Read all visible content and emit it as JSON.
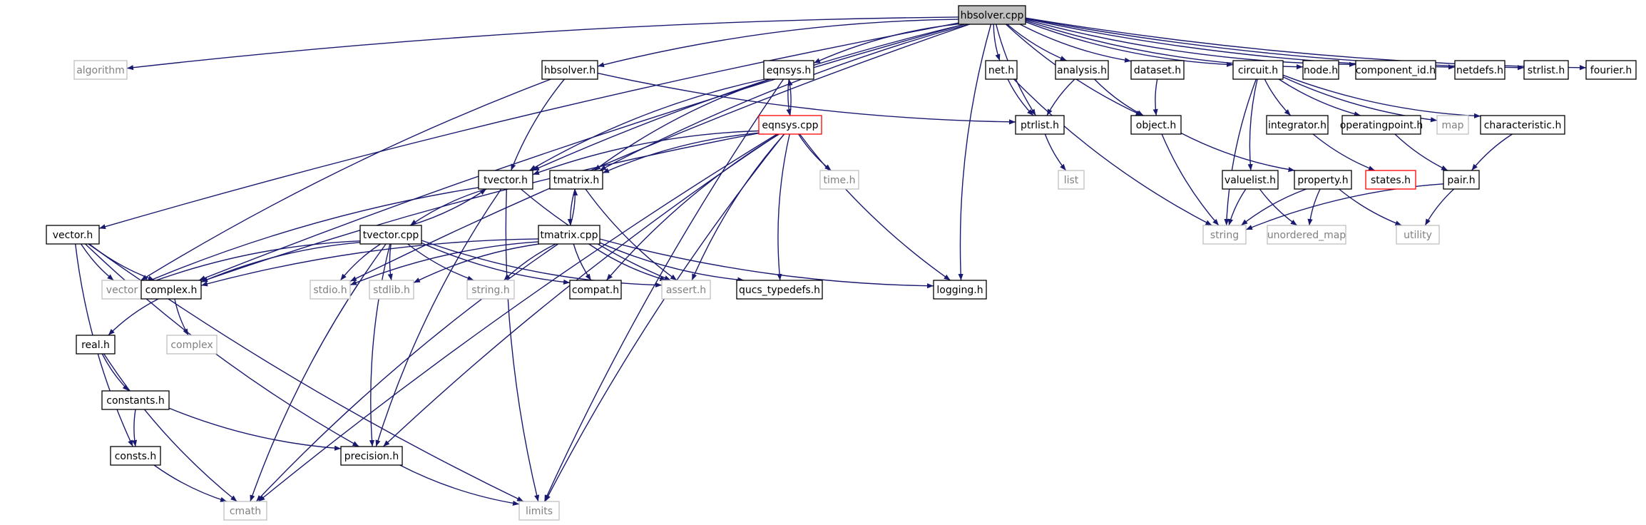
{
  "colors": {
    "edge": "#191970",
    "box_normal": "#000000",
    "box_external": "#bfbfbf",
    "box_highlight": "#ff0000",
    "root_fill": "#bfbfbf",
    "text_normal": "#000000",
    "text_external": "#808080"
  },
  "nodes": [
    {
      "id": "hbsolver_cpp",
      "label": "hbsolver.cpp",
      "kind": "root"
    },
    {
      "id": "algorithm",
      "label": "algorithm",
      "kind": "external"
    },
    {
      "id": "hbsolver_h",
      "label": "hbsolver.h",
      "kind": "normal"
    },
    {
      "id": "eqnsys_h",
      "label": "eqnsys.h",
      "kind": "normal"
    },
    {
      "id": "net_h",
      "label": "net.h",
      "kind": "normal"
    },
    {
      "id": "analysis_h",
      "label": "analysis.h",
      "kind": "normal"
    },
    {
      "id": "dataset_h",
      "label": "dataset.h",
      "kind": "normal"
    },
    {
      "id": "circuit_h",
      "label": "circuit.h",
      "kind": "normal"
    },
    {
      "id": "node_h",
      "label": "node.h",
      "kind": "normal"
    },
    {
      "id": "component_id_h",
      "label": "component_id.h",
      "kind": "normal"
    },
    {
      "id": "netdefs_h",
      "label": "netdefs.h",
      "kind": "normal"
    },
    {
      "id": "strlist_h",
      "label": "strlist.h",
      "kind": "normal"
    },
    {
      "id": "fourier_h",
      "label": "fourier.h",
      "kind": "normal"
    },
    {
      "id": "eqnsys_cpp",
      "label": "eqnsys.cpp",
      "kind": "highlight"
    },
    {
      "id": "ptrlist_h",
      "label": "ptrlist.h",
      "kind": "normal"
    },
    {
      "id": "object_h",
      "label": "object.h",
      "kind": "normal"
    },
    {
      "id": "integrator_h",
      "label": "integrator.h",
      "kind": "normal"
    },
    {
      "id": "operatingpoint_h",
      "label": "operatingpoint.h",
      "kind": "normal"
    },
    {
      "id": "map",
      "label": "map",
      "kind": "external"
    },
    {
      "id": "characteristic_h",
      "label": "characteristic.h",
      "kind": "normal"
    },
    {
      "id": "tvector_h",
      "label": "tvector.h",
      "kind": "normal"
    },
    {
      "id": "tmatrix_h",
      "label": "tmatrix.h",
      "kind": "normal"
    },
    {
      "id": "time_h",
      "label": "time.h",
      "kind": "external"
    },
    {
      "id": "list",
      "label": "list",
      "kind": "external"
    },
    {
      "id": "valuelist_h",
      "label": "valuelist.h",
      "kind": "normal"
    },
    {
      "id": "property_h",
      "label": "property.h",
      "kind": "normal"
    },
    {
      "id": "states_h",
      "label": "states.h",
      "kind": "highlight"
    },
    {
      "id": "pair_h",
      "label": "pair.h",
      "kind": "normal"
    },
    {
      "id": "vector_h",
      "label": "vector.h",
      "kind": "normal"
    },
    {
      "id": "tvector_cpp",
      "label": "tvector.cpp",
      "kind": "normal"
    },
    {
      "id": "tmatrix_cpp",
      "label": "tmatrix.cpp",
      "kind": "normal"
    },
    {
      "id": "string",
      "label": "string",
      "kind": "external"
    },
    {
      "id": "unordered_map",
      "label": "unordered_map",
      "kind": "external"
    },
    {
      "id": "utility",
      "label": "utility",
      "kind": "external"
    },
    {
      "id": "vector",
      "label": "vector",
      "kind": "external"
    },
    {
      "id": "complex_h",
      "label": "complex.h",
      "kind": "normal"
    },
    {
      "id": "stdio_h",
      "label": "stdio.h",
      "kind": "external"
    },
    {
      "id": "stdlib_h",
      "label": "stdlib.h",
      "kind": "external"
    },
    {
      "id": "string_h",
      "label": "string.h",
      "kind": "external"
    },
    {
      "id": "compat_h",
      "label": "compat.h",
      "kind": "normal"
    },
    {
      "id": "assert_h",
      "label": "assert.h",
      "kind": "external"
    },
    {
      "id": "qucs_typedefs_h",
      "label": "qucs_typedefs.h",
      "kind": "normal"
    },
    {
      "id": "logging_h",
      "label": "logging.h",
      "kind": "normal"
    },
    {
      "id": "complex",
      "label": "complex",
      "kind": "external"
    },
    {
      "id": "real_h",
      "label": "real.h",
      "kind": "normal"
    },
    {
      "id": "constants_h",
      "label": "constants.h",
      "kind": "normal"
    },
    {
      "id": "consts_h",
      "label": "consts.h",
      "kind": "normal"
    },
    {
      "id": "precision_h",
      "label": "precision.h",
      "kind": "normal"
    },
    {
      "id": "cmath",
      "label": "cmath",
      "kind": "external"
    },
    {
      "id": "limits",
      "label": "limits",
      "kind": "external"
    }
  ],
  "edges": [
    [
      "hbsolver_cpp",
      "algorithm"
    ],
    [
      "hbsolver_cpp",
      "hbsolver_h"
    ],
    [
      "hbsolver_cpp",
      "eqnsys_h"
    ],
    [
      "hbsolver_cpp",
      "net_h"
    ],
    [
      "hbsolver_cpp",
      "analysis_h"
    ],
    [
      "hbsolver_cpp",
      "dataset_h"
    ],
    [
      "hbsolver_cpp",
      "circuit_h"
    ],
    [
      "hbsolver_cpp",
      "node_h"
    ],
    [
      "hbsolver_cpp",
      "component_id_h"
    ],
    [
      "hbsolver_cpp",
      "netdefs_h"
    ],
    [
      "hbsolver_cpp",
      "strlist_h"
    ],
    [
      "hbsolver_cpp",
      "fourier_h"
    ],
    [
      "hbsolver_cpp",
      "vector_h"
    ],
    [
      "hbsolver_cpp",
      "complex_h"
    ],
    [
      "hbsolver_cpp",
      "tvector_h"
    ],
    [
      "hbsolver_cpp",
      "tmatrix_h"
    ],
    [
      "hbsolver_cpp",
      "stdio_h"
    ],
    [
      "hbsolver_cpp",
      "logging_h"
    ],
    [
      "hbsolver_cpp",
      "ptrlist_h"
    ],
    [
      "hbsolver_cpp",
      "object_h"
    ],
    [
      "hbsolver_h",
      "ptrlist_h"
    ],
    [
      "hbsolver_h",
      "tvector_h"
    ],
    [
      "hbsolver_h",
      "vector"
    ],
    [
      "eqnsys_h",
      "eqnsys_cpp"
    ],
    [
      "eqnsys_cpp",
      "eqnsys_h"
    ],
    [
      "eqnsys_h",
      "tvector_h"
    ],
    [
      "eqnsys_h",
      "tmatrix_h"
    ],
    [
      "eqnsys_h",
      "limits"
    ],
    [
      "eqnsys_cpp",
      "tvector_h"
    ],
    [
      "eqnsys_cpp",
      "tmatrix_h"
    ],
    [
      "eqnsys_cpp",
      "time_h"
    ],
    [
      "eqnsys_cpp",
      "complex_h"
    ],
    [
      "eqnsys_cpp",
      "compat_h"
    ],
    [
      "eqnsys_cpp",
      "assert_h"
    ],
    [
      "eqnsys_cpp",
      "qucs_typedefs_h"
    ],
    [
      "eqnsys_cpp",
      "logging_h"
    ],
    [
      "eqnsys_cpp",
      "precision_h"
    ],
    [
      "eqnsys_cpp",
      "cmath"
    ],
    [
      "eqnsys_cpp",
      "limits"
    ],
    [
      "net_h",
      "ptrlist_h"
    ],
    [
      "net_h",
      "string"
    ],
    [
      "analysis_h",
      "ptrlist_h"
    ],
    [
      "analysis_h",
      "object_h"
    ],
    [
      "dataset_h",
      "object_h"
    ],
    [
      "circuit_h",
      "integrator_h"
    ],
    [
      "circuit_h",
      "operatingpoint_h"
    ],
    [
      "circuit_h",
      "map"
    ],
    [
      "circuit_h",
      "characteristic_h"
    ],
    [
      "circuit_h",
      "valuelist_h"
    ],
    [
      "circuit_h",
      "string"
    ],
    [
      "ptrlist_h",
      "list"
    ],
    [
      "object_h",
      "property_h"
    ],
    [
      "object_h",
      "string"
    ],
    [
      "integrator_h",
      "states_h"
    ],
    [
      "operatingpoint_h",
      "pair_h"
    ],
    [
      "characteristic_h",
      "pair_h"
    ],
    [
      "valuelist_h",
      "string"
    ],
    [
      "valuelist_h",
      "unordered_map"
    ],
    [
      "property_h",
      "string"
    ],
    [
      "property_h",
      "unordered_map"
    ],
    [
      "property_h",
      "utility"
    ],
    [
      "pair_h",
      "string"
    ],
    [
      "pair_h",
      "utility"
    ],
    [
      "tvector_h",
      "tvector_cpp"
    ],
    [
      "tvector_cpp",
      "tvector_h"
    ],
    [
      "tvector_h",
      "vector"
    ],
    [
      "tvector_h",
      "assert_h"
    ],
    [
      "tvector_h",
      "precision_h"
    ],
    [
      "tvector_h",
      "limits"
    ],
    [
      "tmatrix_h",
      "tmatrix_cpp"
    ],
    [
      "tmatrix_cpp",
      "tmatrix_h"
    ],
    [
      "tmatrix_h",
      "assert_h"
    ],
    [
      "tvector_cpp",
      "vector"
    ],
    [
      "tvector_cpp",
      "complex_h"
    ],
    [
      "tvector_cpp",
      "stdio_h"
    ],
    [
      "tvector_cpp",
      "stdlib_h"
    ],
    [
      "tvector_cpp",
      "string_h"
    ],
    [
      "tvector_cpp",
      "compat_h"
    ],
    [
      "tvector_cpp",
      "assert_h"
    ],
    [
      "tvector_cpp",
      "cmath"
    ],
    [
      "tvector_cpp",
      "precision_h"
    ],
    [
      "tmatrix_cpp",
      "complex_h"
    ],
    [
      "tmatrix_cpp",
      "stdio_h"
    ],
    [
      "tmatrix_cpp",
      "stdlib_h"
    ],
    [
      "tmatrix_cpp",
      "string_h"
    ],
    [
      "tmatrix_cpp",
      "compat_h"
    ],
    [
      "tmatrix_cpp",
      "assert_h"
    ],
    [
      "tmatrix_cpp",
      "qucs_typedefs_h"
    ],
    [
      "tmatrix_cpp",
      "logging_h"
    ],
    [
      "tmatrix_cpp",
      "cmath"
    ],
    [
      "vector_h",
      "complex_h"
    ],
    [
      "vector_h",
      "vector"
    ],
    [
      "vector_h",
      "precision_h"
    ],
    [
      "vector_h",
      "consts_h"
    ],
    [
      "vector_h",
      "limits"
    ],
    [
      "complex_h",
      "complex"
    ],
    [
      "complex_h",
      "real_h"
    ],
    [
      "real_h",
      "constants_h"
    ],
    [
      "real_h",
      "cmath"
    ],
    [
      "constants_h",
      "consts_h"
    ],
    [
      "constants_h",
      "precision_h"
    ],
    [
      "consts_h",
      "cmath"
    ],
    [
      "precision_h",
      "limits"
    ]
  ]
}
